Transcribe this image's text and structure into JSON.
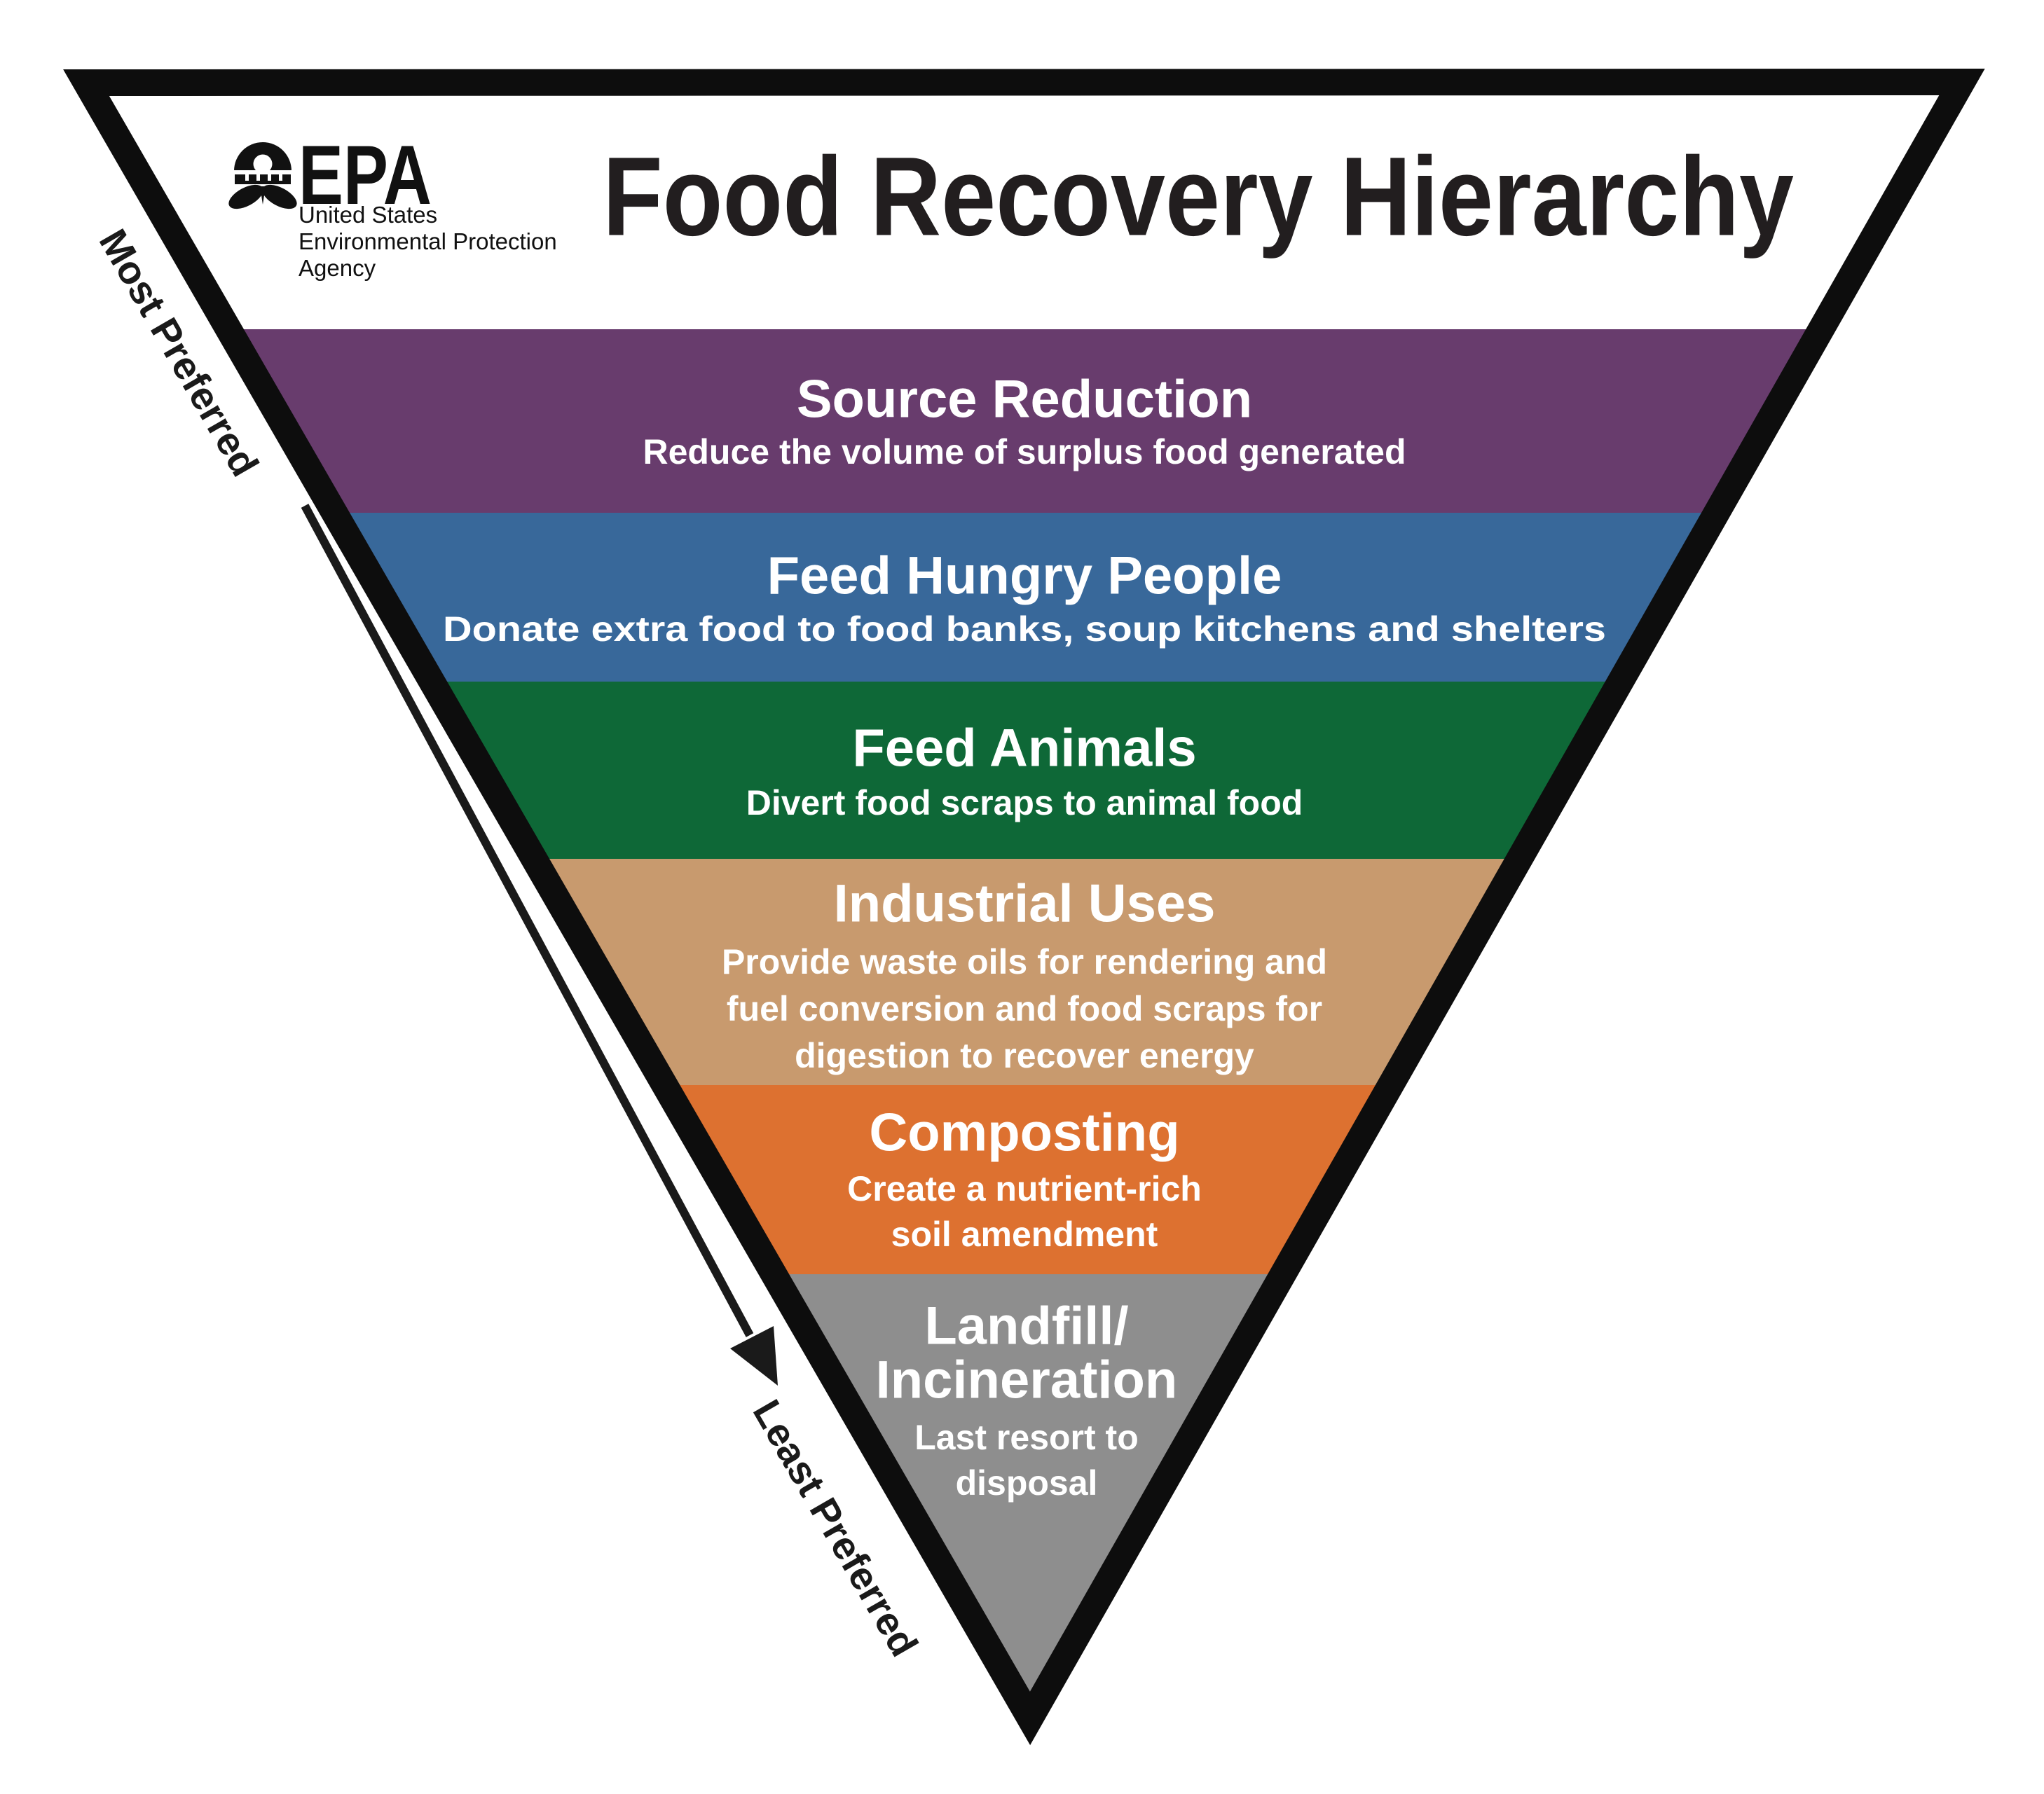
{
  "header": {
    "title": "Food Recovery Hierarchy",
    "epa_logo": {
      "wordmark": "EPA",
      "org_lines": [
        "United States",
        "Environmental Protection",
        "Agency"
      ]
    }
  },
  "preference_axis": {
    "most_label": "Most Preferred",
    "least_label": "Least Preferred"
  },
  "bands": [
    {
      "name_lines": [
        "Source Reduction"
      ],
      "desc_lines": [
        "Reduce the volume of surplus food generated"
      ],
      "color": "#683c6d"
    },
    {
      "name_lines": [
        "Feed Hungry People"
      ],
      "desc_lines": [
        "Donate extra food to food banks, soup kitchens and shelters"
      ],
      "color": "#38689a"
    },
    {
      "name_lines": [
        "Feed Animals"
      ],
      "desc_lines": [
        "Divert food scraps to animal food"
      ],
      "color": "#0e6837"
    },
    {
      "name_lines": [
        "Industrial Uses"
      ],
      "desc_lines": [
        "Provide waste oils for rendering and",
        "fuel conversion and food scraps for",
        "digestion to recover energy"
      ],
      "color": "#c89a6e"
    },
    {
      "name_lines": [
        "Composting"
      ],
      "desc_lines": [
        "Create a nutrient-rich",
        "soil amendment"
      ],
      "color": "#dd7130"
    },
    {
      "name_lines": [
        "Landfill/",
        "Incineration"
      ],
      "desc_lines": [
        "Last resort to",
        "disposal"
      ],
      "color": "#8e8e8e"
    }
  ],
  "colors": {
    "outline": "#0d0d0d",
    "band_text": "#ffffff",
    "title_text": "#221e1f",
    "axis_text": "#1a1a1a",
    "logo_ink": "#111111",
    "background": "#ffffff"
  }
}
